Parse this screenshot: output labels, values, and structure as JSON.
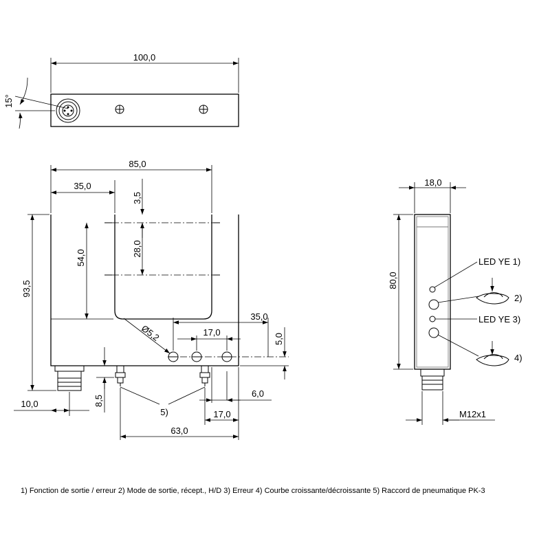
{
  "dimensions": {
    "top_length": "100,0",
    "angle": "15°",
    "front_width": "85,0",
    "front_offset": "35,0",
    "slot_top": "3,5",
    "slot_height": "28,0",
    "body_height": "54,0",
    "total_height": "93,5",
    "right_offset": "35,0",
    "hole_diameter": "Ø5,2",
    "hole_spacing": "17,0",
    "hole_height": "5,0",
    "connector_offset": "10,0",
    "fitting_height": "8,5",
    "fitting_spacing": "6,0",
    "bottom_spacing": "17,0",
    "bottom_length": "63,0",
    "side_width": "18,0",
    "side_height": "80,0",
    "thread": "M12x1"
  },
  "callouts": {
    "led_1": "LED YE 1)",
    "c2": "2)",
    "led_3": "LED YE 3)",
    "c4": "4)",
    "c5": "5)"
  },
  "legend": "1) Fonction de sortie / erreur  2) Mode de sortie, récept., H/D  3) Erreur  4) Courbe croissante/décroissante  5) Raccord de pneumatique PK-3"
}
